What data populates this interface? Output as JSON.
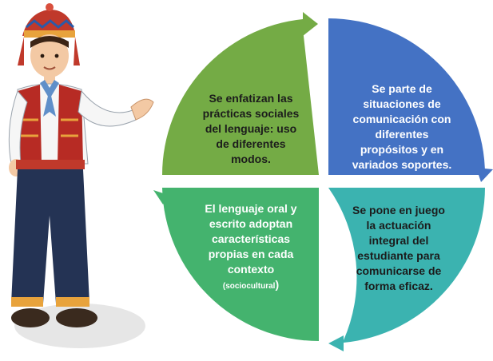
{
  "quadrants": {
    "top_left": {
      "lines": [
        "Se enfatizan las",
        "prácticas sociales",
        "del lenguaje: uso",
        "de diferentes",
        "modos."
      ],
      "color": "#74AB45"
    },
    "top_right": {
      "lines": [
        "Se parte de",
        "situaciones de",
        "comunicación con",
        "diferentes",
        "propósitos y en",
        "variados soportes."
      ],
      "color": "#4472C4"
    },
    "bottom_left": {
      "lines": [
        "El lenguaje oral y",
        "escrito adoptan",
        "características",
        "propias en cada",
        "contexto"
      ],
      "context_note": "(sociocultural",
      "closing": ")",
      "color": "#44B36E"
    },
    "bottom_right": {
      "lines": [
        "Se pone en juego",
        "la actuación",
        "integral del",
        "estudiante para",
        "comunicarse de",
        "forma eficaz."
      ],
      "color": "#3BB3B0"
    }
  },
  "character": {
    "icon": "andean-student-illustration"
  }
}
